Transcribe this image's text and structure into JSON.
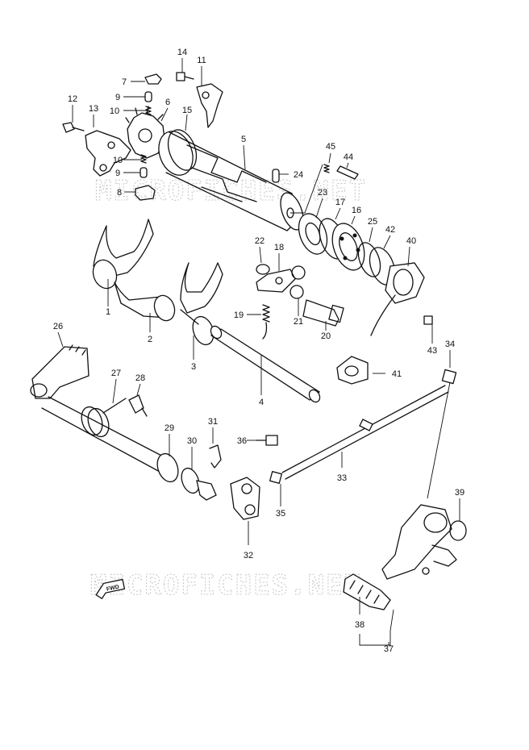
{
  "watermark": "MICROFICHES.NET",
  "fwd_label": "FWD",
  "callouts": {
    "c1": "1",
    "c2": "2",
    "c3": "3",
    "c4": "4",
    "c5": "5",
    "c6": "6",
    "c7": "7",
    "c8": "8",
    "c9a": "9",
    "c9b": "9",
    "c10a": "10",
    "c10b": "10",
    "c11": "11",
    "c12": "12",
    "c13": "13",
    "c14": "14",
    "c15": "15",
    "c16": "16",
    "c17": "17",
    "c18": "18",
    "c19": "19",
    "c20": "20",
    "c21": "21",
    "c22": "22",
    "c23": "23",
    "c24": "24",
    "c25": "25",
    "c26": "26",
    "c27": "27",
    "c28": "28",
    "c29": "29",
    "c30": "30",
    "c31": "31",
    "c32": "32",
    "c33": "33",
    "c34": "34",
    "c35": "35",
    "c36": "36",
    "c37": "37",
    "c38": "38",
    "c39": "39",
    "c40": "40",
    "c41": "41",
    "c42": "42",
    "c43": "43",
    "c44": "44",
    "c45": "45"
  }
}
